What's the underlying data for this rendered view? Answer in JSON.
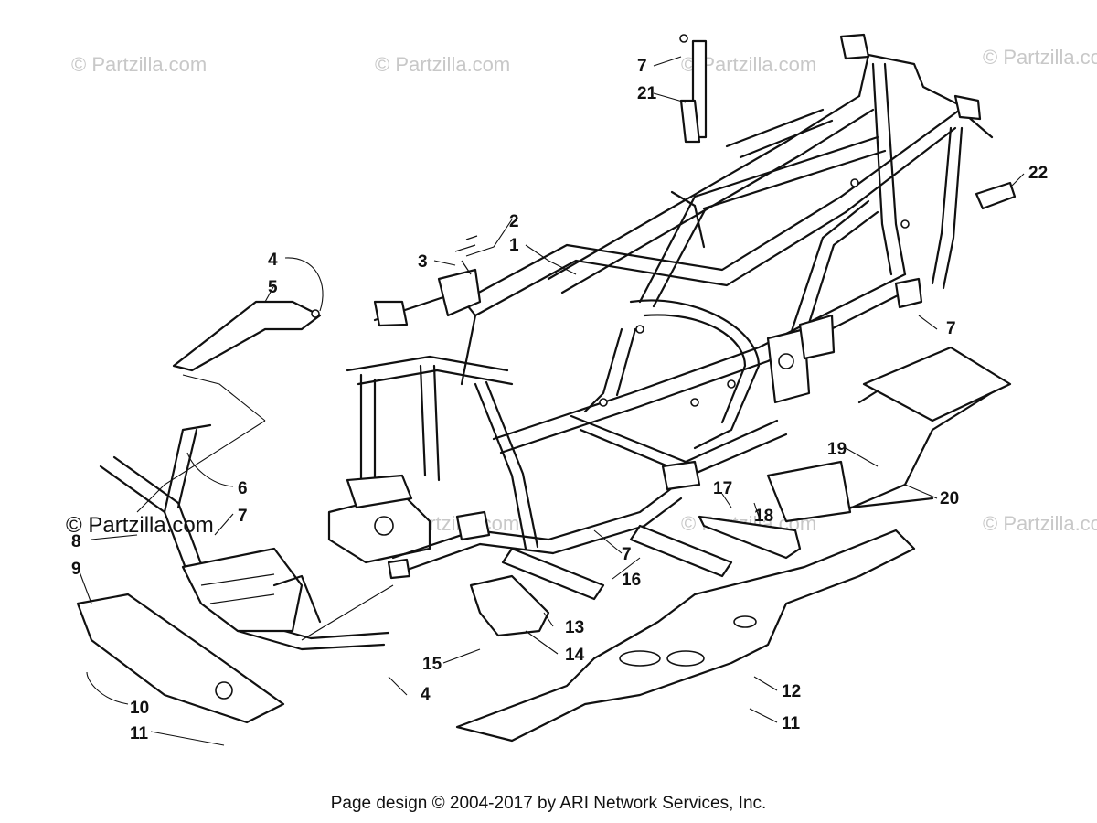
{
  "watermarks": {
    "text_1": "© Partzilla.com",
    "text_2": "© Partzilla.com",
    "text_3": "© Partzilla.com",
    "text_4": "© Partzilla.com",
    "text_5": "© Partzilla.com",
    "text_6": "© Partzilla.com",
    "text_7": "© Partzilla.com",
    "text_8": "© Partzilla.com"
  },
  "callouts": {
    "c1": "1",
    "c2": "2",
    "c3": "3",
    "c4a": "4",
    "c4b": "4",
    "c5": "5",
    "c6": "6",
    "c7a": "7",
    "c7b": "7",
    "c7c": "7",
    "c7d": "7",
    "c8": "8",
    "c9": "9",
    "c10": "10",
    "c11a": "11",
    "c11b": "11",
    "c12": "12",
    "c13": "13",
    "c14": "14",
    "c15": "15",
    "c16": "16",
    "c17": "17",
    "c18": "18",
    "c19": "19",
    "c20": "20",
    "c21": "21",
    "c22": "22"
  },
  "footer": {
    "text": "Page design © 2004-2017 by ARI Network Services, Inc."
  }
}
